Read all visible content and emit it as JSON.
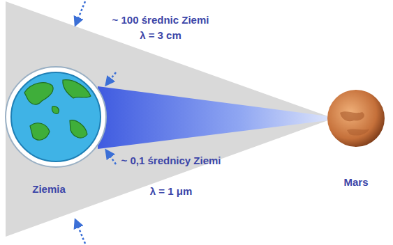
{
  "diagram": {
    "nodes": [
      {
        "text": [
          "Ziemia"
        ]
      },
      {
        "text": [
          "Mars"
        ]
      }
    ],
    "labels": [
      "~ 100 średnic Ziemi",
      "λ = 3 cm",
      "~ 0,1 średnicy Ziemi",
      "λ = 1 μm"
    ]
  }
}
